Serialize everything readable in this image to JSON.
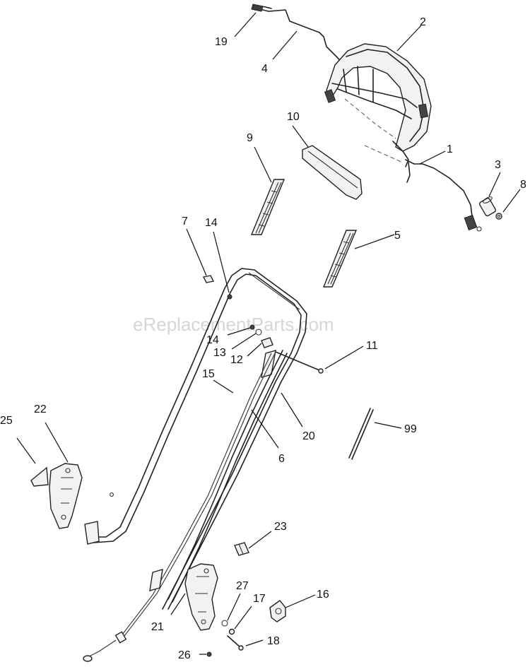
{
  "watermark": "eReplacementParts.com",
  "callouts": [
    {
      "id": "c19",
      "text": "19"
    },
    {
      "id": "c2",
      "text": "2"
    },
    {
      "id": "c4",
      "text": "4"
    },
    {
      "id": "c10",
      "text": "10"
    },
    {
      "id": "c9",
      "text": "9"
    },
    {
      "id": "c1",
      "text": "1"
    },
    {
      "id": "c3",
      "text": "3"
    },
    {
      "id": "c8",
      "text": "8"
    },
    {
      "id": "c7",
      "text": "7"
    },
    {
      "id": "c14a",
      "text": "14"
    },
    {
      "id": "c5",
      "text": "5"
    },
    {
      "id": "c14b",
      "text": "14"
    },
    {
      "id": "c13",
      "text": "13"
    },
    {
      "id": "c12",
      "text": "12"
    },
    {
      "id": "c11",
      "text": "11"
    },
    {
      "id": "c15",
      "text": "15"
    },
    {
      "id": "c25",
      "text": "25"
    },
    {
      "id": "c22",
      "text": "22"
    },
    {
      "id": "c20",
      "text": "20"
    },
    {
      "id": "c6",
      "text": "6"
    },
    {
      "id": "c99",
      "text": "99"
    },
    {
      "id": "c23",
      "text": "23"
    },
    {
      "id": "c27",
      "text": "27"
    },
    {
      "id": "c16",
      "text": "16"
    },
    {
      "id": "c17",
      "text": "17"
    },
    {
      "id": "c21",
      "text": "21"
    },
    {
      "id": "c18",
      "text": "18"
    },
    {
      "id": "c26",
      "text": "26"
    }
  ]
}
